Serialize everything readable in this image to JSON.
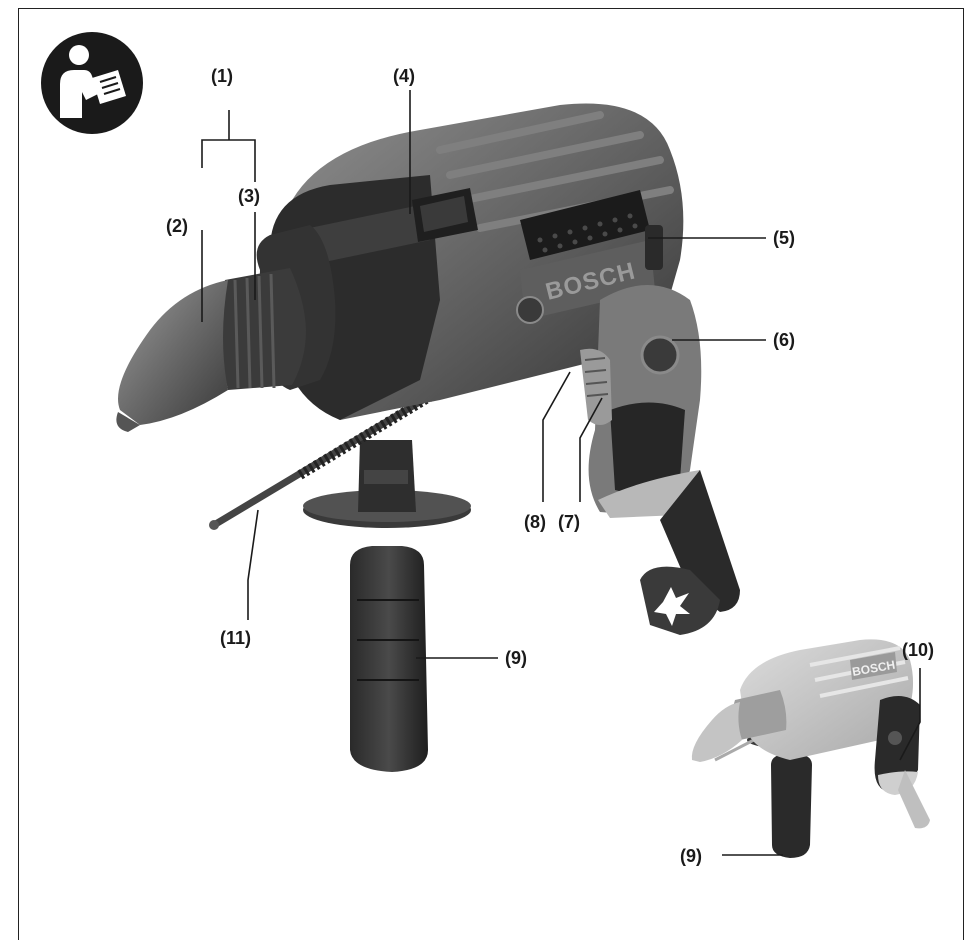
{
  "labels": {
    "l1": "(1)",
    "l2": "(2)",
    "l3": "(3)",
    "l4": "(4)",
    "l5": "(5)",
    "l6": "(6)",
    "l7": "(7)",
    "l8": "(8)",
    "l9": "(9)",
    "l9b": "(9)",
    "l10": "(10)",
    "l11": "(11)"
  },
  "brand": "BOSCH",
  "icon": "read-manual-icon",
  "colors": {
    "body_dark": "#2b2b2b",
    "body_mid": "#6e6e6e",
    "body_light": "#a8a8a8",
    "small_drill": "#c6c6c6"
  }
}
